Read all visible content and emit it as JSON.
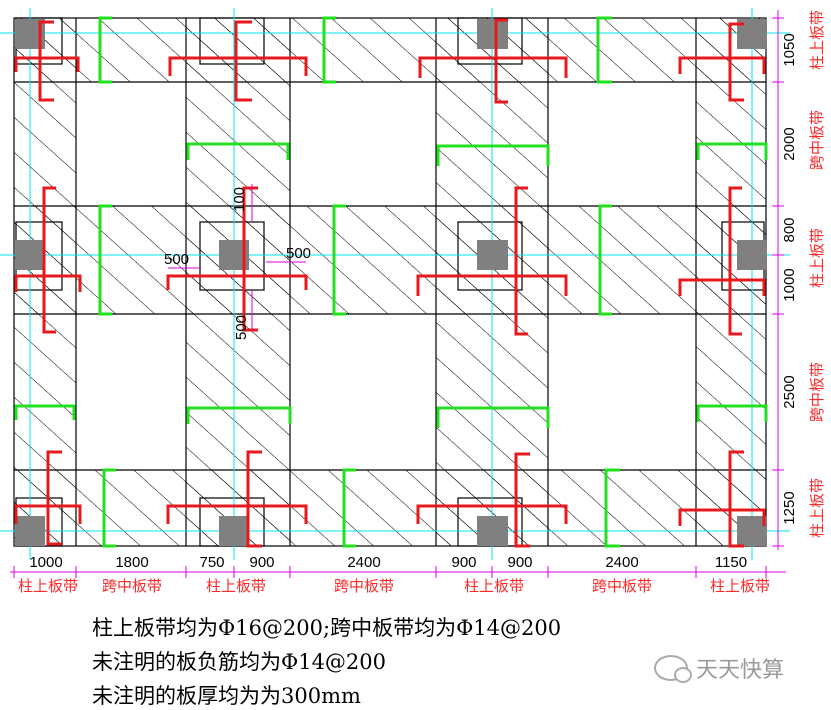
{
  "top_dims": [
    "1050",
    "2000",
    "800",
    "1000",
    "2500",
    "1250"
  ],
  "bottom_dims": [
    "1000",
    "1800",
    "750",
    "900",
    "2400",
    "900",
    "900",
    "2400",
    "1150"
  ],
  "strip_labels": {
    "column_strip": "柱上板带",
    "middle_strip": "跨中板带"
  },
  "right_strips": [
    "柱上板带",
    "跨中板带",
    "柱上板带",
    "跨中板带",
    "柱上板带"
  ],
  "bottom_strips": [
    "柱上板带",
    "跨中板带",
    "柱上板带",
    "跨中板带",
    "柱上板带",
    "跨中板带",
    "柱上板带"
  ],
  "detail_dims": {
    "top": "100",
    "left": "500",
    "right": "500",
    "bottom": "500"
  },
  "notes": [
    "柱上板带均为Φ16@200;跨中板带均为Φ14@200",
    "未注明的板负筋均为Φ14@200",
    "未注明的板厚均为为300mm"
  ],
  "watermark": "天天快算",
  "colors": {
    "red_rebar": "#e8191e",
    "green_rebar": "#22e01f",
    "axis": "#00e5f0",
    "dim_magenta": "#e000e0",
    "column": "#808080",
    "label_red": "#ff2a2a"
  }
}
